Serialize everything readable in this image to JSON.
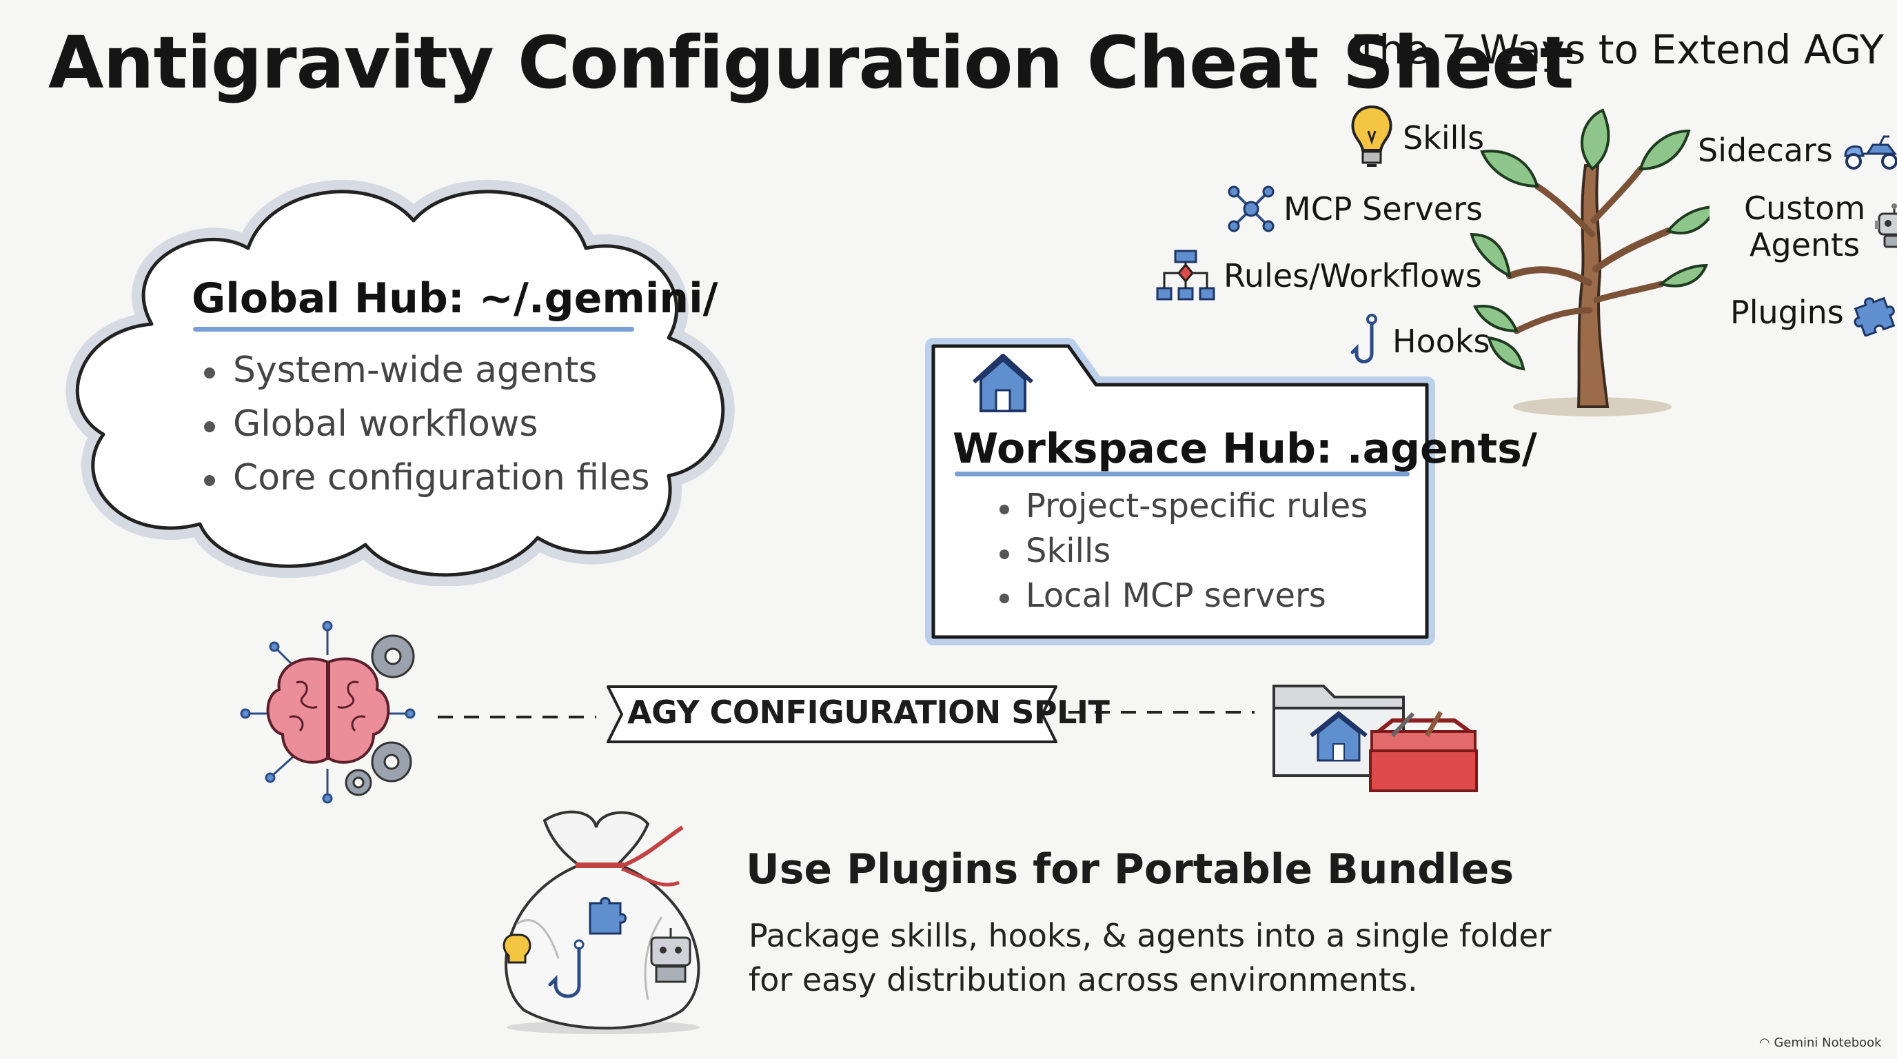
{
  "title": "Antigravity Configuration Cheat Sheet",
  "extend": {
    "heading": "The 7 Ways to Extend AGY",
    "left_items": [
      {
        "label": "Skills",
        "icon": "lightbulb-icon"
      },
      {
        "label": "MCP Servers",
        "icon": "network-nodes-icon"
      },
      {
        "label": "Rules/Workflows",
        "icon": "flowchart-icon"
      },
      {
        "label": "Hooks",
        "icon": "hook-icon"
      }
    ],
    "right_items": [
      {
        "label": "Sidecars",
        "icon": "motorcycle-sidecar-icon"
      },
      {
        "label_line1": "Custom",
        "label_line2": "Agents",
        "icon": "robot-icon"
      },
      {
        "label": "Plugins",
        "icon": "puzzle-piece-icon"
      }
    ]
  },
  "global_hub": {
    "title": "Global Hub: ~/.gemini/",
    "bullets": [
      "System-wide agents",
      "Global workflows",
      "Core configuration files"
    ]
  },
  "workspace_hub": {
    "title": "Workspace Hub: .agents/",
    "bullets": [
      "Project-specific rules",
      "Skills",
      "Local MCP servers"
    ]
  },
  "split_label": "AGY CONFIGURATION SPLIT",
  "plugins": {
    "title": "Use Plugins for Portable Bundles",
    "desc_line1": "Package skills, hooks, & agents into a single folder",
    "desc_line2": "for easy distribution across environments."
  },
  "footer": "Gemini Notebook",
  "colors": {
    "accent_blue": "#5f8fcf",
    "leaf_green": "#8dc58a",
    "brain_pink": "#ec8e99",
    "toolbox_red": "#de4b4b",
    "bulb_yellow": "#f4c542"
  }
}
